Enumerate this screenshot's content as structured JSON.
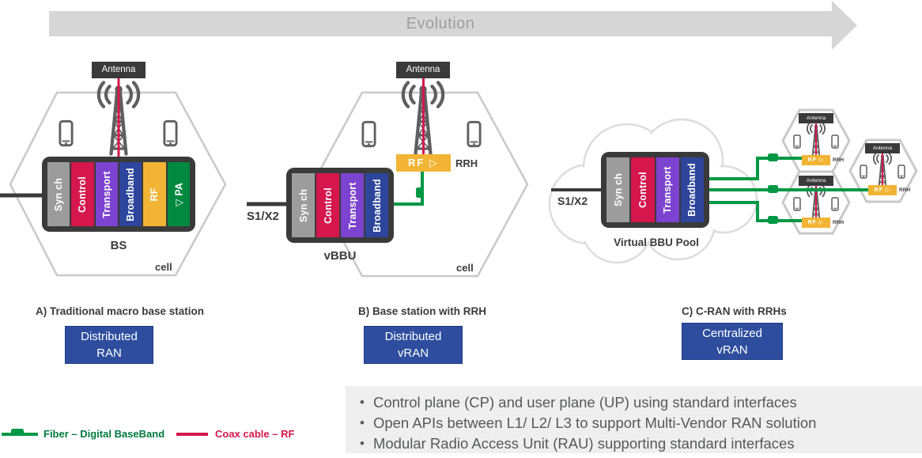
{
  "evolution_label": "Evolution",
  "bullet_char": "•",
  "legend": {
    "fiber_label": "Fiber – Digital BaseBand",
    "coax_label": "Coax cable – RF"
  },
  "notes": [
    "Control plane (CP) and user plane (UP) using standard interfaces",
    "Open APIs between L1/ L2/ L3 to support Multi-Vendor RAN solution",
    "Modular Radio Access Unit (RAU) supporting standard interfaces"
  ],
  "cells": {
    "a": {
      "caption": "A) Traditional macro base station",
      "antenna_label": "Antenna",
      "unit_label": "BS",
      "cell_label": "cell",
      "badge": [
        "Distributed",
        "RAN"
      ],
      "slats": [
        "Syn ch",
        "Control",
        "Transport",
        "Broadband",
        "RF",
        "▽  PA"
      ]
    },
    "b": {
      "caption": "B) Base station with RRH",
      "antenna_label": "Antenna",
      "unit_label": "vBBU",
      "cell_label": "cell",
      "interface_label": "S1/X2",
      "rf_label": "RF ▷",
      "rrh_label": "RRH",
      "badge": [
        "Distributed",
        "vRAN"
      ],
      "slats": [
        "Syn ch",
        "Control",
        "Transport",
        "Broadband"
      ]
    },
    "c": {
      "caption": "C) C-RAN with RRHs",
      "unit_label": "Virtual BBU Pool",
      "interface_label": "S1/X2",
      "badge": [
        "Centralized",
        "vRAN"
      ],
      "slats": [
        "Syn ch",
        "Control",
        "Transport",
        "Broadband"
      ],
      "sites": [
        {
          "antenna_label": "Antenna",
          "rf_label": "RF ▷",
          "rrh_label": "RRH"
        },
        {
          "antenna_label": "Antenna",
          "rf_label": "RF ▷",
          "rrh_label": "RRH"
        },
        {
          "antenna_label": "Antenna",
          "rf_label": "RF ▷",
          "rrh_label": "RRH"
        }
      ]
    }
  },
  "colors": {
    "frame": "#3a3a3a",
    "slatGray": "#9c9c9c",
    "crimson": "#d5174e",
    "purple": "#7c43d0",
    "blue": "#2e459c",
    "amber": "#f1b434",
    "green": "#00893f",
    "fiber": "#009845",
    "coax": "#d5174e",
    "badge": "#2e4d9e",
    "badgeBorder": "#1d3a85",
    "hexStroke": "#c9c9c9",
    "cloud": "#dcdcdc",
    "arrow": "#d6d6d6",
    "arrowText": "#9e9e9e",
    "ink": "#3b3b3b",
    "icon": "#5f5f5f",
    "noteBg": "#efefef",
    "noteText": "#57585a",
    "legendFiber": "#00793f"
  }
}
